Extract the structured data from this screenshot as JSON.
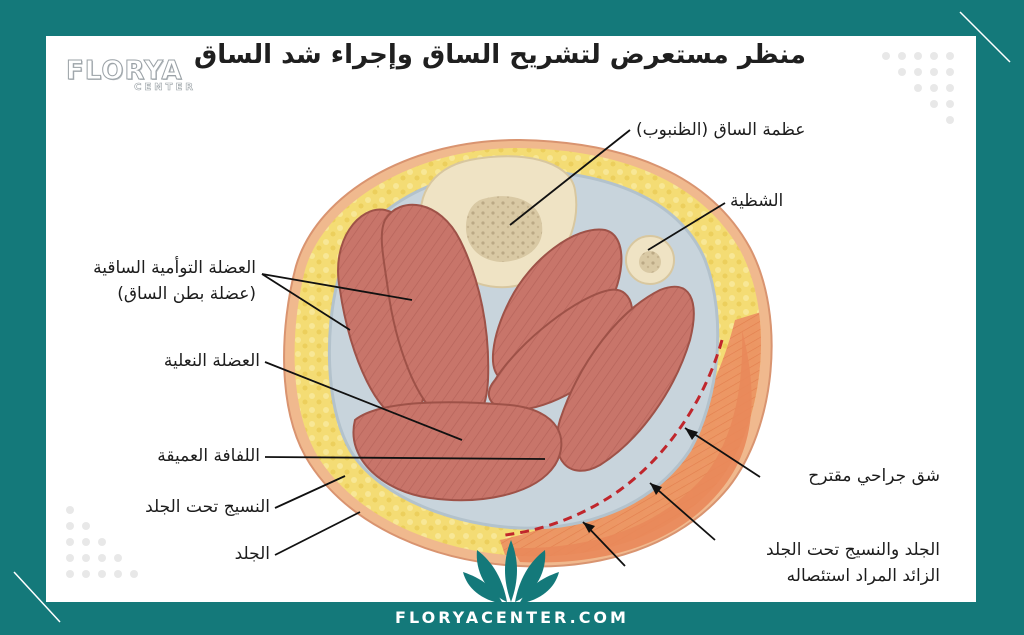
{
  "title": "منظر مستعرض لتشريح الساق وإجراء شد الساق",
  "brand": {
    "name": "FLORYA",
    "sub": "CENTER"
  },
  "labels": {
    "tibia": "عظمة الساق (الظنبوب)",
    "fibula": "الشظية",
    "gastrocnemius_line1": "العضلة التوأمية الساقية",
    "gastrocnemius_line2": "(عضلة بطن الساق)",
    "soleus": "العضلة النعلية",
    "deep_fascia": "اللفافة العميقة",
    "subcutaneous": "النسيج تحت الجلد",
    "skin": "الجلد",
    "incision": "شق جراحي مقترح",
    "excess_line1": "الجلد والنسيج تحت الجلد",
    "excess_line2": "الزائد المراد استئصاله"
  },
  "footer": "FLORYACENTER.COM",
  "colors": {
    "frame": "#14797a",
    "muscle": "#c9766b",
    "fat": "#f3d86e",
    "skin": "#f0b98e",
    "bone": "#efe3c4",
    "excess": "#e9885a",
    "incision": "#c0262c"
  }
}
